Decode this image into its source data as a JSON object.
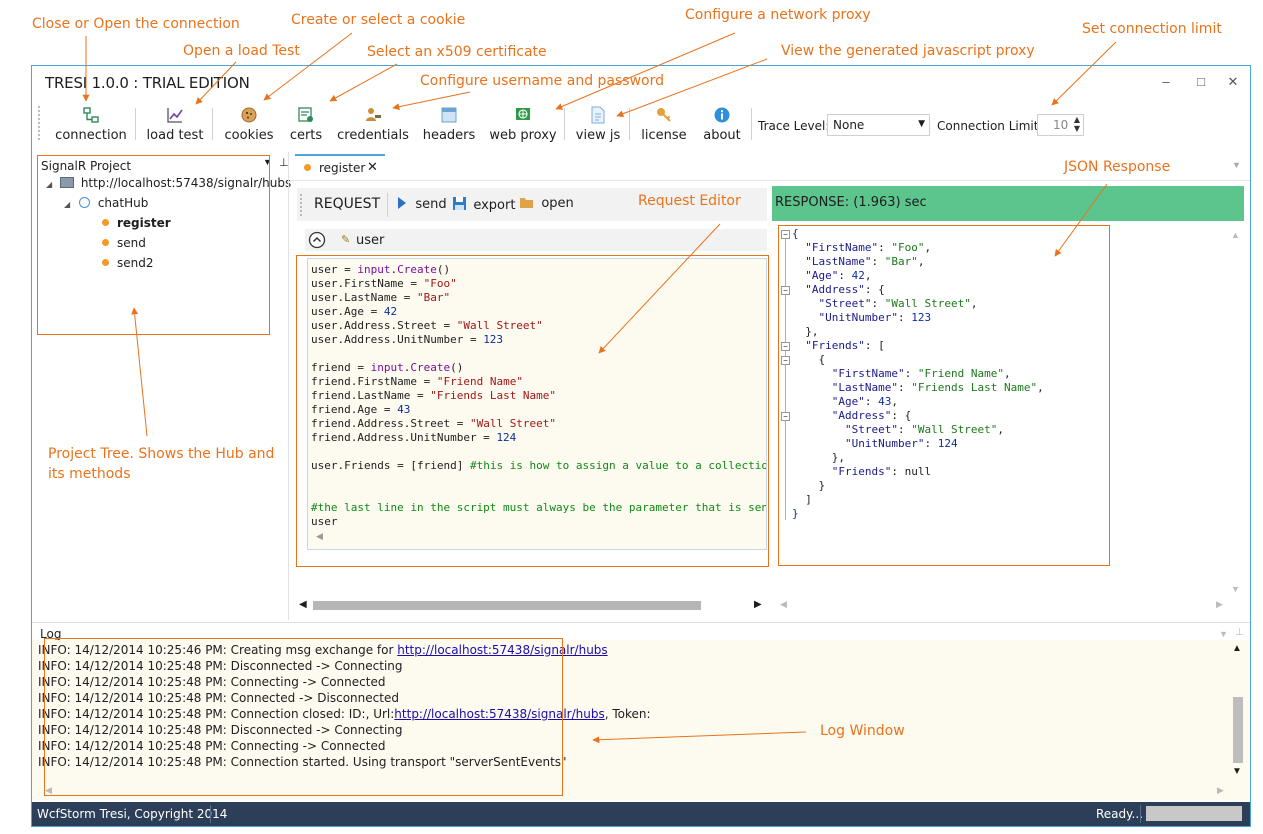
{
  "callouts": {
    "close_open": "Close or Open the connection",
    "load_test": "Open a load Test",
    "cookie": "Create or select a cookie",
    "x509": "Select an x509 certificate",
    "credentials": "Configure username and password",
    "proxy": "Configure a network proxy",
    "jsproxy": "View the generated javascript proxy",
    "conn_limit": "Set connection limit",
    "json_response": "JSON Response",
    "request_editor": "Request Editor",
    "project_tree_1": "Project Tree.  Shows the Hub and",
    "project_tree_2": "its methods",
    "log_window": "Log Window"
  },
  "window": {
    "title": "TRESI 1.0.0 : TRIAL EDITION",
    "minimize": "–",
    "maximize": "□",
    "close": "✕"
  },
  "toolbar": {
    "buttons": [
      {
        "label": "connection",
        "icon": "connection-icon"
      },
      {
        "label": "load test",
        "icon": "chart-icon"
      },
      {
        "label": "cookies",
        "icon": "cookie-icon"
      },
      {
        "label": "certs",
        "icon": "certificate-icon"
      },
      {
        "label": "credentials",
        "icon": "user-key-icon"
      },
      {
        "label": "headers",
        "icon": "headers-icon"
      },
      {
        "label": "web proxy",
        "icon": "globe-icon"
      },
      {
        "label": "view js",
        "icon": "document-icon"
      },
      {
        "label": "license",
        "icon": "key-icon"
      },
      {
        "label": "about",
        "icon": "info-icon"
      }
    ],
    "trace_level_label": "Trace Level:",
    "trace_level_value": "None",
    "connection_limit_label": "Connection Limit",
    "connection_limit_value": "10"
  },
  "project_tree": {
    "header": "SignalR Project",
    "pin": "⊥",
    "root": "http://localhost:57438/signalr/hubs",
    "hub": "chatHub",
    "methods": [
      "register",
      "send",
      "send2"
    ]
  },
  "document_tab": {
    "label": "register",
    "close": "✕"
  },
  "request": {
    "header": "REQUEST",
    "send": "send",
    "export": "export",
    "open": "open",
    "param": "user",
    "code_lines": [
      [
        {
          "t": "user = ",
          "c": ""
        },
        {
          "t": "input",
          "c": "kw"
        },
        {
          "t": ".",
          "c": ""
        },
        {
          "t": "Create",
          "c": "kw"
        },
        {
          "t": "()",
          "c": ""
        }
      ],
      [
        {
          "t": "user.FirstName = ",
          "c": ""
        },
        {
          "t": "\"Foo\"",
          "c": "str"
        }
      ],
      [
        {
          "t": "user.LastName = ",
          "c": ""
        },
        {
          "t": "\"Bar\"",
          "c": "str"
        }
      ],
      [
        {
          "t": "user.Age = ",
          "c": ""
        },
        {
          "t": "42",
          "c": "num"
        }
      ],
      [
        {
          "t": "user.Address.Street = ",
          "c": ""
        },
        {
          "t": "\"Wall Street\"",
          "c": "str"
        }
      ],
      [
        {
          "t": "user.Address.UnitNumber = ",
          "c": ""
        },
        {
          "t": "123",
          "c": "num"
        }
      ],
      [
        {
          "t": "",
          "c": ""
        }
      ],
      [
        {
          "t": "friend = ",
          "c": ""
        },
        {
          "t": "input",
          "c": "kw"
        },
        {
          "t": ".",
          "c": ""
        },
        {
          "t": "Create",
          "c": "kw"
        },
        {
          "t": "()",
          "c": ""
        }
      ],
      [
        {
          "t": "friend.FirstName = ",
          "c": ""
        },
        {
          "t": "\"Friend Name\"",
          "c": "str"
        }
      ],
      [
        {
          "t": "friend.LastName = ",
          "c": ""
        },
        {
          "t": "\"Friends Last Name\"",
          "c": "str"
        }
      ],
      [
        {
          "t": "friend.Age = ",
          "c": ""
        },
        {
          "t": "43",
          "c": "num"
        }
      ],
      [
        {
          "t": "friend.Address.Street = ",
          "c": ""
        },
        {
          "t": "\"Wall Street\"",
          "c": "str"
        }
      ],
      [
        {
          "t": "friend.Address.UnitNumber = ",
          "c": ""
        },
        {
          "t": "124",
          "c": "num"
        }
      ],
      [
        {
          "t": "",
          "c": ""
        }
      ],
      [
        {
          "t": "user.Friends = [friend] ",
          "c": ""
        },
        {
          "t": "#this is how to assign a value to a collection",
          "c": "cm"
        }
      ],
      [
        {
          "t": "",
          "c": ""
        }
      ],
      [
        {
          "t": "",
          "c": ""
        }
      ],
      [
        {
          "t": "#the last line in the script must always be the parameter that is sent",
          "c": "cm"
        }
      ],
      [
        {
          "t": "user",
          "c": ""
        }
      ]
    ]
  },
  "response": {
    "header": "RESPONSE: (1.963) sec",
    "json_lines": [
      [
        {
          "t": "{",
          "c": "jn"
        }
      ],
      [
        {
          "t": "  ",
          "c": ""
        },
        {
          "t": "\"FirstName\"",
          "c": "jk"
        },
        {
          "t": ": ",
          "c": ""
        },
        {
          "t": "\"Foo\"",
          "c": "jv"
        },
        {
          "t": ",",
          "c": ""
        }
      ],
      [
        {
          "t": "  ",
          "c": ""
        },
        {
          "t": "\"LastName\"",
          "c": "jk"
        },
        {
          "t": ": ",
          "c": ""
        },
        {
          "t": "\"Bar\"",
          "c": "jv"
        },
        {
          "t": ",",
          "c": ""
        }
      ],
      [
        {
          "t": "  ",
          "c": ""
        },
        {
          "t": "\"Age\"",
          "c": "jk"
        },
        {
          "t": ": ",
          "c": ""
        },
        {
          "t": "42",
          "c": "jn"
        },
        {
          "t": ",",
          "c": ""
        }
      ],
      [
        {
          "t": "  ",
          "c": ""
        },
        {
          "t": "\"Address\"",
          "c": "jk"
        },
        {
          "t": ": {",
          "c": ""
        }
      ],
      [
        {
          "t": "    ",
          "c": ""
        },
        {
          "t": "\"Street\"",
          "c": "jk"
        },
        {
          "t": ": ",
          "c": ""
        },
        {
          "t": "\"Wall Street\"",
          "c": "jv"
        },
        {
          "t": ",",
          "c": ""
        }
      ],
      [
        {
          "t": "    ",
          "c": ""
        },
        {
          "t": "\"UnitNumber\"",
          "c": "jk"
        },
        {
          "t": ": ",
          "c": ""
        },
        {
          "t": "123",
          "c": "jn"
        }
      ],
      [
        {
          "t": "  },",
          "c": ""
        }
      ],
      [
        {
          "t": "  ",
          "c": ""
        },
        {
          "t": "\"Friends\"",
          "c": "jk"
        },
        {
          "t": ": [",
          "c": ""
        }
      ],
      [
        {
          "t": "    {",
          "c": ""
        }
      ],
      [
        {
          "t": "      ",
          "c": ""
        },
        {
          "t": "\"FirstName\"",
          "c": "jk"
        },
        {
          "t": ": ",
          "c": ""
        },
        {
          "t": "\"Friend Name\"",
          "c": "jv"
        },
        {
          "t": ",",
          "c": ""
        }
      ],
      [
        {
          "t": "      ",
          "c": ""
        },
        {
          "t": "\"LastName\"",
          "c": "jk"
        },
        {
          "t": ": ",
          "c": ""
        },
        {
          "t": "\"Friends Last Name\"",
          "c": "jv"
        },
        {
          "t": ",",
          "c": ""
        }
      ],
      [
        {
          "t": "      ",
          "c": ""
        },
        {
          "t": "\"Age\"",
          "c": "jk"
        },
        {
          "t": ": ",
          "c": ""
        },
        {
          "t": "43",
          "c": "jn"
        },
        {
          "t": ",",
          "c": ""
        }
      ],
      [
        {
          "t": "      ",
          "c": ""
        },
        {
          "t": "\"Address\"",
          "c": "jk"
        },
        {
          "t": ": {",
          "c": ""
        }
      ],
      [
        {
          "t": "        ",
          "c": ""
        },
        {
          "t": "\"Street\"",
          "c": "jk"
        },
        {
          "t": ": ",
          "c": ""
        },
        {
          "t": "\"Wall Street\"",
          "c": "jv"
        },
        {
          "t": ",",
          "c": ""
        }
      ],
      [
        {
          "t": "        ",
          "c": ""
        },
        {
          "t": "\"UnitNumber\"",
          "c": "jk"
        },
        {
          "t": ": ",
          "c": ""
        },
        {
          "t": "124",
          "c": "jn"
        }
      ],
      [
        {
          "t": "      },",
          "c": ""
        }
      ],
      [
        {
          "t": "      ",
          "c": ""
        },
        {
          "t": "\"Friends\"",
          "c": "jk"
        },
        {
          "t": ": null",
          "c": ""
        }
      ],
      [
        {
          "t": "    }",
          "c": ""
        }
      ],
      [
        {
          "t": "  ]",
          "c": ""
        }
      ],
      [
        {
          "t": "}",
          "c": "jn"
        }
      ]
    ]
  },
  "log": {
    "header": "Log",
    "lines": [
      {
        "text": "INFO: 14/12/2014 10:25:46 PM: Creating msg exchange for ",
        "link": "http://localhost:57438/signalr/hubs",
        "after": ""
      },
      {
        "text": "INFO: 14/12/2014 10:25:48 PM: Disconnected -> Connecting",
        "link": "",
        "after": ""
      },
      {
        "text": "INFO: 14/12/2014 10:25:48 PM: Connecting -> Connected",
        "link": "",
        "after": ""
      },
      {
        "text": "INFO: 14/12/2014 10:25:48 PM: Connected -> Disconnected",
        "link": "",
        "after": ""
      },
      {
        "text": "INFO: 14/12/2014 10:25:48 PM: Connection closed: ID:, Url:",
        "link": "http://localhost:57438/signalr/hubs",
        "after": ", Token:"
      },
      {
        "text": "INFO: 14/12/2014 10:25:48 PM: Disconnected -> Connecting",
        "link": "",
        "after": ""
      },
      {
        "text": "INFO: 14/12/2014 10:25:48 PM: Connecting -> Connected",
        "link": "",
        "after": ""
      },
      {
        "text": "INFO: 14/12/2014 10:25:48 PM: Connection started. Using transport \"serverSentEvents\"",
        "link": "",
        "after": ""
      }
    ]
  },
  "status": {
    "copyright": "WcfStorm Tresi, Copyright 2014",
    "ready": "Ready..."
  },
  "colors": {
    "accent": "#49a6d8",
    "callout": "#e8731c",
    "response_header": "#5cc48d",
    "status_bar": "#2d3f58",
    "editor_bg": "#fdfbf0"
  }
}
